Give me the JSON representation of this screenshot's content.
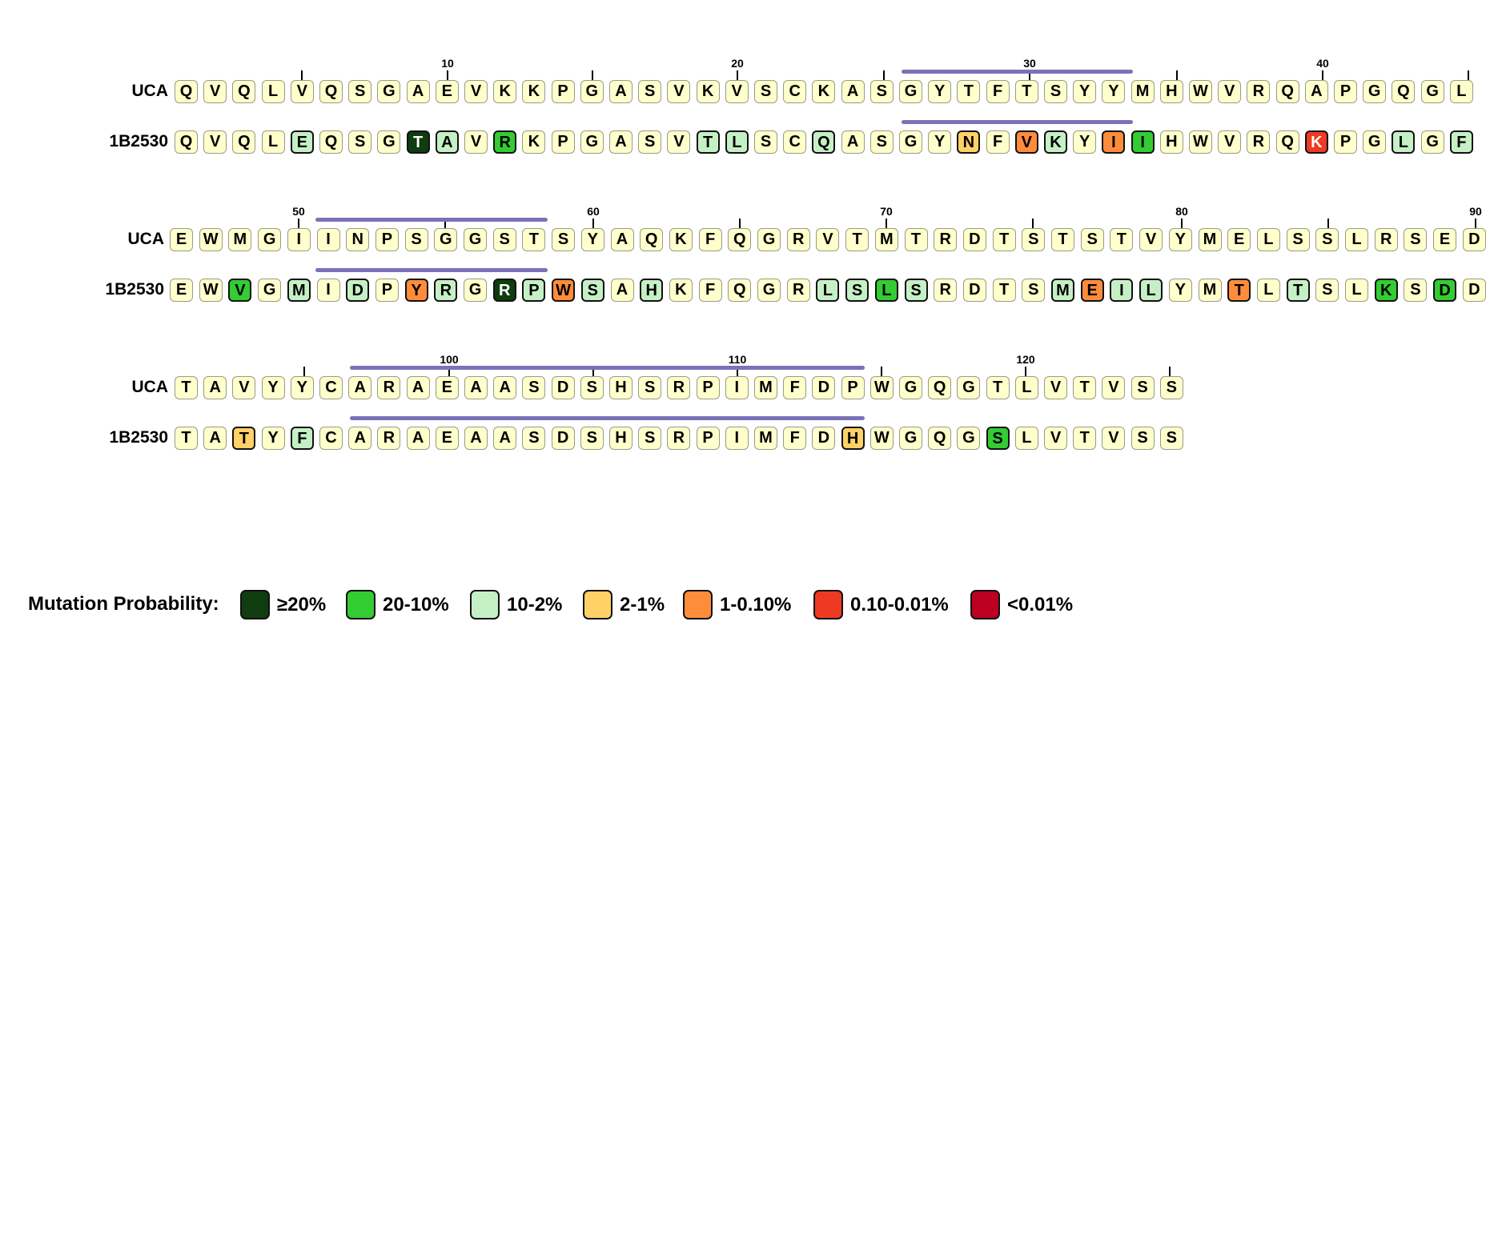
{
  "colors": {
    "ge20": "#0f3d0f",
    "r20_10": "#33cc33",
    "r10_2": "#c5f0c5",
    "r2_1": "#ffd166",
    "r1_010": "#ff8c3a",
    "r010_001": "#ee3a22",
    "lt001": "#bb0022",
    "unmutated": "#ffffcc",
    "cdr_bar": "#7a72b8"
  },
  "blocks": [
    {
      "uca_label": "UCA",
      "mut_label": "1B2530",
      "tick_numbers": [
        "10",
        "20",
        "30",
        "40"
      ],
      "uca": [
        "Q",
        "V",
        "Q",
        "L",
        "V",
        "Q",
        "S",
        "G",
        "A",
        "E",
        "V",
        "K",
        "K",
        "P",
        "G",
        "A",
        "S",
        "V",
        "K",
        "V",
        "S",
        "C",
        "K",
        "A",
        "S",
        "G",
        "Y",
        "T",
        "F",
        "T",
        "S",
        "Y",
        "Y",
        "M",
        "H",
        "W",
        "V",
        "R",
        "Q",
        "A",
        "P",
        "G",
        "Q",
        "G",
        "L"
      ],
      "mut": [
        "Q",
        "V",
        "Q",
        "L",
        "E",
        "Q",
        "S",
        "G",
        "T",
        "A",
        "V",
        "R",
        "K",
        "P",
        "G",
        "A",
        "S",
        "V",
        "T",
        "L",
        "S",
        "C",
        "Q",
        "A",
        "S",
        "G",
        "Y",
        "N",
        "F",
        "V",
        "K",
        "Y",
        "I",
        "I",
        "H",
        "W",
        "V",
        "R",
        "Q",
        "K",
        "P",
        "G",
        "L",
        "G",
        "F"
      ],
      "classes": [
        "",
        "",
        "",
        "",
        "c",
        "",
        "",
        "",
        "a",
        "c",
        "",
        "b",
        "",
        "",
        "",
        "",
        "",
        "",
        "c",
        "c",
        "",
        "",
        "c",
        "",
        "",
        "",
        "",
        "d",
        "",
        "e",
        "c",
        "",
        "e",
        "b",
        "",
        "",
        "",
        "",
        "",
        "f",
        "",
        "",
        "c",
        "",
        "c"
      ]
    },
    {
      "uca_label": "UCA",
      "mut_label": "1B2530",
      "tick_numbers": [
        "50",
        "60",
        "70",
        "80",
        "90"
      ],
      "uca": [
        "E",
        "W",
        "M",
        "G",
        "I",
        "I",
        "N",
        "P",
        "S",
        "G",
        "G",
        "S",
        "T",
        "S",
        "Y",
        "A",
        "Q",
        "K",
        "F",
        "Q",
        "G",
        "R",
        "V",
        "T",
        "M",
        "T",
        "R",
        "D",
        "T",
        "S",
        "T",
        "S",
        "T",
        "V",
        "Y",
        "M",
        "E",
        "L",
        "S",
        "S",
        "L",
        "R",
        "S",
        "E",
        "D"
      ],
      "mut": [
        "E",
        "W",
        "V",
        "G",
        "M",
        "I",
        "D",
        "P",
        "Y",
        "R",
        "G",
        "R",
        "P",
        "W",
        "S",
        "A",
        "H",
        "K",
        "F",
        "Q",
        "G",
        "R",
        "L",
        "S",
        "L",
        "S",
        "R",
        "D",
        "T",
        "S",
        "M",
        "E",
        "I",
        "L",
        "Y",
        "M",
        "T",
        "L",
        "T",
        "S",
        "L",
        "K",
        "S",
        "D",
        "D"
      ],
      "classes": [
        "",
        "",
        "b",
        "",
        "c",
        "",
        "c",
        "",
        "e",
        "c",
        "",
        "a",
        "c",
        "e",
        "c",
        "",
        "c",
        "",
        "",
        "",
        "",
        "",
        "c",
        "c",
        "b",
        "c",
        "",
        "",
        "",
        "",
        "c",
        "e",
        "c",
        "c",
        "",
        "",
        "e",
        "",
        "c",
        "",
        "",
        "b",
        "",
        "b",
        ""
      ]
    },
    {
      "uca_label": "UCA",
      "mut_label": "1B2530",
      "tick_numbers": [
        "100",
        "110",
        "120"
      ],
      "uca": [
        "T",
        "A",
        "V",
        "Y",
        "Y",
        "C",
        "A",
        "R",
        "A",
        "E",
        "A",
        "A",
        "S",
        "D",
        "S",
        "H",
        "S",
        "R",
        "P",
        "I",
        "M",
        "F",
        "D",
        "P",
        "W",
        "G",
        "Q",
        "G",
        "T",
        "L",
        "V",
        "T",
        "V",
        "S",
        "S"
      ],
      "mut": [
        "T",
        "A",
        "T",
        "Y",
        "F",
        "C",
        "A",
        "R",
        "A",
        "E",
        "A",
        "A",
        "S",
        "D",
        "S",
        "H",
        "S",
        "R",
        "P",
        "I",
        "M",
        "F",
        "D",
        "H",
        "W",
        "G",
        "Q",
        "G",
        "S",
        "L",
        "V",
        "T",
        "V",
        "S",
        "S"
      ],
      "classes": [
        "",
        "",
        "d",
        "",
        "c",
        "",
        "",
        "",
        "",
        "",
        "",
        "",
        "",
        "",
        "",
        "",
        "",
        "",
        "",
        "",
        "",
        "",
        "",
        "d",
        "",
        "",
        "",
        "",
        "b",
        "",
        "",
        "",
        "",
        "",
        ""
      ]
    }
  ],
  "legend": {
    "title": "Mutation Probability:",
    "items": [
      {
        "label": "≥20%",
        "color": "#0f3d0f"
      },
      {
        "label": "20-10%",
        "color": "#33cc33"
      },
      {
        "label": "10-2%",
        "color": "#c5f0c5"
      },
      {
        "label": "2-1%",
        "color": "#ffd166"
      },
      {
        "label": "1-0.10%",
        "color": "#ff8c3a"
      },
      {
        "label": "0.10-0.01%",
        "color": "#ee3a22"
      },
      {
        "label": "<0.01%",
        "color": "#bb0022"
      }
    ]
  }
}
